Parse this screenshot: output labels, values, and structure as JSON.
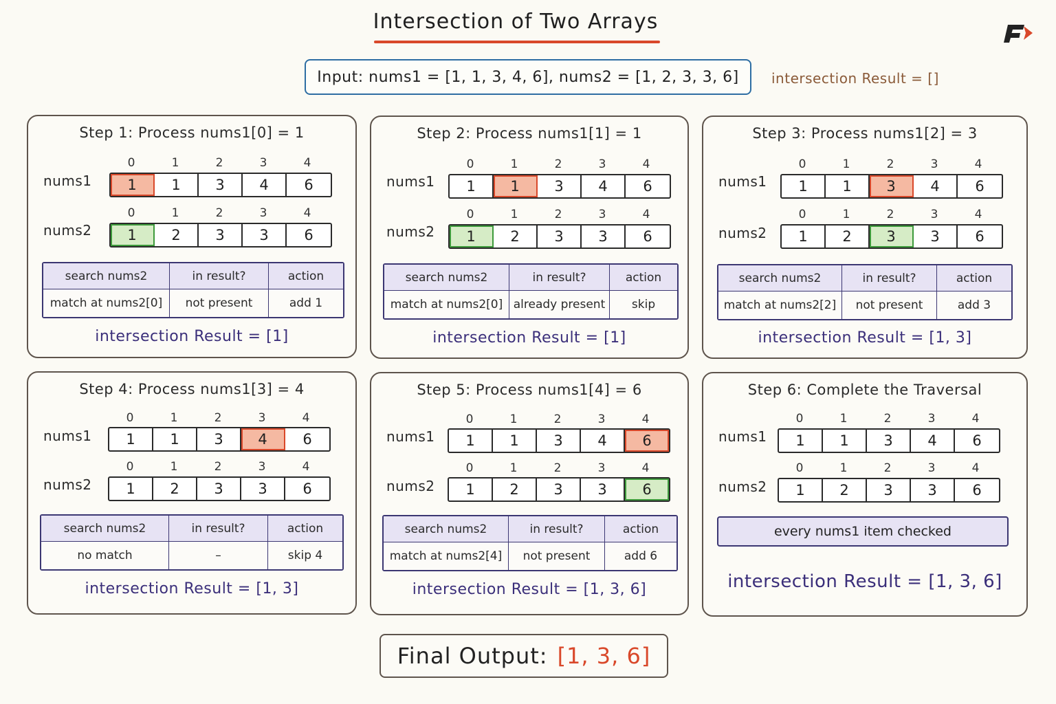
{
  "title": "Intersection of Two Arrays",
  "input": "Input: nums1 = [1, 1, 3, 4, 6], nums2 = [1, 2, 3, 3, 6]",
  "initial_result": "intersection Result = []",
  "labels": {
    "nums1": "nums1",
    "nums2": "nums2"
  },
  "indices": [
    "0",
    "1",
    "2",
    "3",
    "4"
  ],
  "nums1": [
    "1",
    "1",
    "3",
    "4",
    "6"
  ],
  "nums2": [
    "1",
    "2",
    "3",
    "3",
    "6"
  ],
  "table_headers": [
    "search nums2",
    "in result?",
    "action"
  ],
  "colors": {
    "highlight_current": "#d9482a",
    "highlight_match": "#3d9a3b",
    "result_text": "#3b2f7a",
    "input_border": "#2d6da3"
  },
  "steps": [
    {
      "title": "Step 1: Process nums1[0] = 1",
      "hl1": 0,
      "hl2": 0,
      "row": [
        "match at nums2[0]",
        "not present",
        "add 1"
      ],
      "result": "intersection Result = [1]"
    },
    {
      "title": "Step 2: Process nums1[1] = 1",
      "hl1": 1,
      "hl2": 0,
      "row": [
        "match at nums2[0]",
        "already present",
        "skip"
      ],
      "result": "intersection Result = [1]"
    },
    {
      "title": "Step 3: Process nums1[2] = 3",
      "hl1": 2,
      "hl2": 2,
      "row": [
        "match at nums2[2]",
        "not present",
        "add 3"
      ],
      "result": "intersection Result = [1, 3]"
    },
    {
      "title": "Step 4: Process nums1[3] = 4",
      "hl1": 3,
      "hl2": -1,
      "row": [
        "no match",
        "–",
        "skip 4"
      ],
      "result": "intersection Result = [1, 3]"
    },
    {
      "title": "Step 5: Process nums1[4] = 6",
      "hl1": 4,
      "hl2": 4,
      "row": [
        "match at nums2[4]",
        "not present",
        "add 6"
      ],
      "result": "intersection Result = [1, 3, 6]"
    },
    {
      "title": "Step 6: Complete the Traversal",
      "hl1": -1,
      "hl2": -1,
      "note": "every nums1 item checked",
      "result": "intersection Result = [1, 3, 6]"
    }
  ],
  "final": {
    "label": "Final Output:",
    "value": "[1, 3, 6]"
  }
}
